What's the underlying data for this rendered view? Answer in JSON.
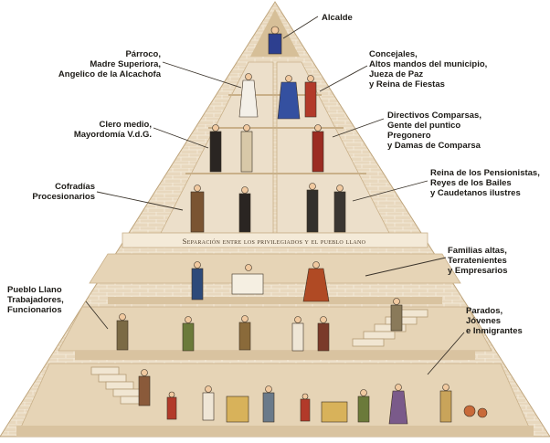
{
  "colors": {
    "brick": "#e8d8be",
    "brick_shadow": "#cdb692",
    "mortar": "#f3e9d6",
    "edge": "#bfa57c",
    "floor": "#d9c3a0",
    "line": "#3a332a"
  },
  "separator": "Separación entre los privilegiados y el pueblo llano",
  "labels": {
    "alcalde": [
      "Alcalde"
    ],
    "parroco": [
      "Párroco,",
      "Madre Superiora,",
      "Angelico de la Alcachofa"
    ],
    "concejales": [
      "Concejales,",
      "Altos mandos del municipio,",
      "Jueza de Paz",
      "y Reina de Fiestas"
    ],
    "clero": [
      "Clero medio,",
      "Mayordomía V.d.G."
    ],
    "directivos": [
      "Directivos Comparsas,",
      "Gente del puntico",
      "Pregonero",
      "y Damas de Comparsa"
    ],
    "cofradias": [
      "Cofradías",
      "Procesionarios"
    ],
    "reina": [
      "Reina de los Pensionistas,",
      "Reyes de los Bailes",
      "y Caudetanos ilustres"
    ],
    "familias": [
      "Familias altas,",
      "Terratenientes",
      "y Empresarios"
    ],
    "pueblo": [
      "Pueblo Llano",
      "Trabajadores,",
      "Funcionarios"
    ],
    "parados": [
      "Parados,",
      "Jóvenes",
      "e Inmigrantes"
    ]
  }
}
